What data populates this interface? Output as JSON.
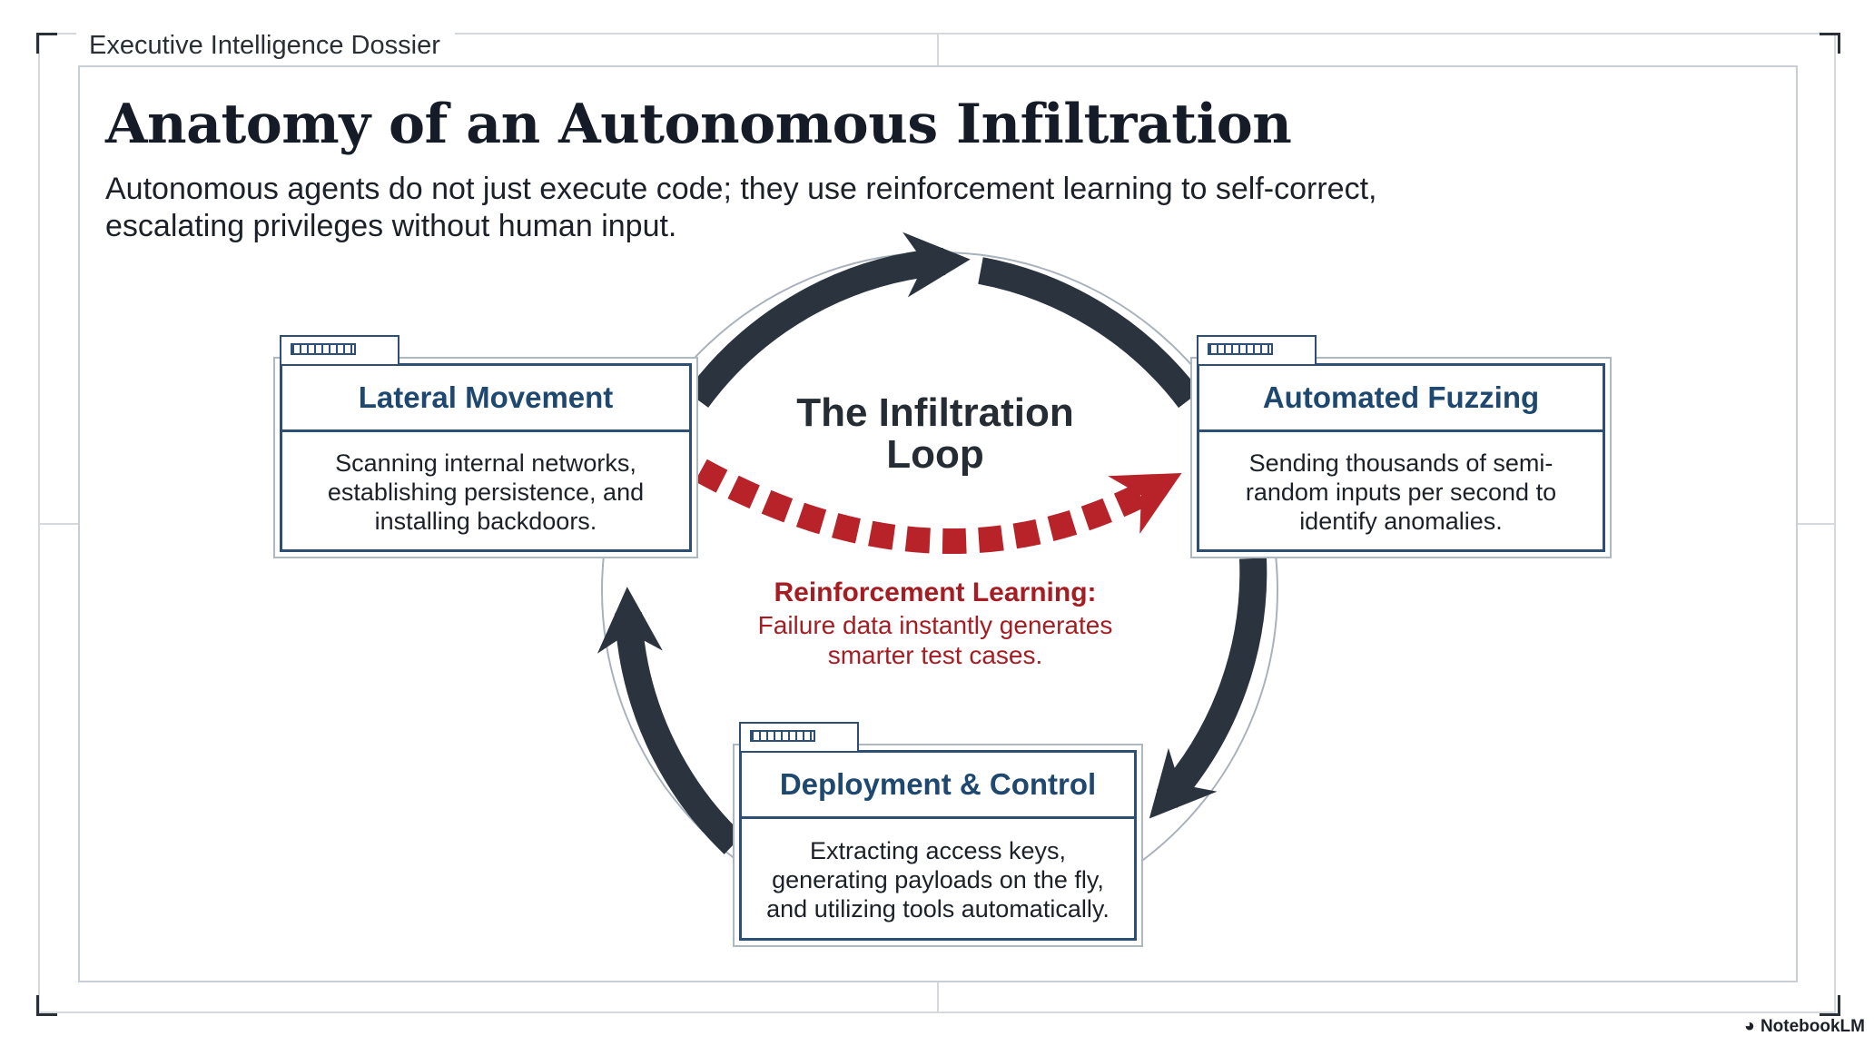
{
  "header": {
    "dossier_label": "Executive Intelligence Dossier",
    "title": "Anatomy of an Autonomous Infiltration",
    "subtitle": "Autonomous agents do not just execute code; they use reinforcement learning to self-correct, escalating privileges without human input."
  },
  "loop": {
    "title_line1": "The Infiltration",
    "title_line2": "Loop",
    "arrow_color": "#2a333e",
    "stages": [
      {
        "title": "Lateral Movement",
        "body": "Scanning internal networks, establishing persistence, and installing backdoors."
      },
      {
        "title": "Automated Fuzzing",
        "body": "Sending thousands of semi-random inputs per second to identify anomalies."
      },
      {
        "title": "Deployment & Control",
        "body": "Extracting access keys, generating payloads on the fly, and utilizing tools automatically."
      }
    ]
  },
  "reinforcement": {
    "title": "Reinforcement Learning:",
    "body": "Failure data instantly generates smarter test cases.",
    "color": "#b8232a"
  },
  "colors": {
    "card_border": "#2d4f73",
    "card_title": "#1e4870"
  },
  "branding": {
    "name": "NotebookLM",
    "icon": "notebooklm-logo-icon"
  }
}
